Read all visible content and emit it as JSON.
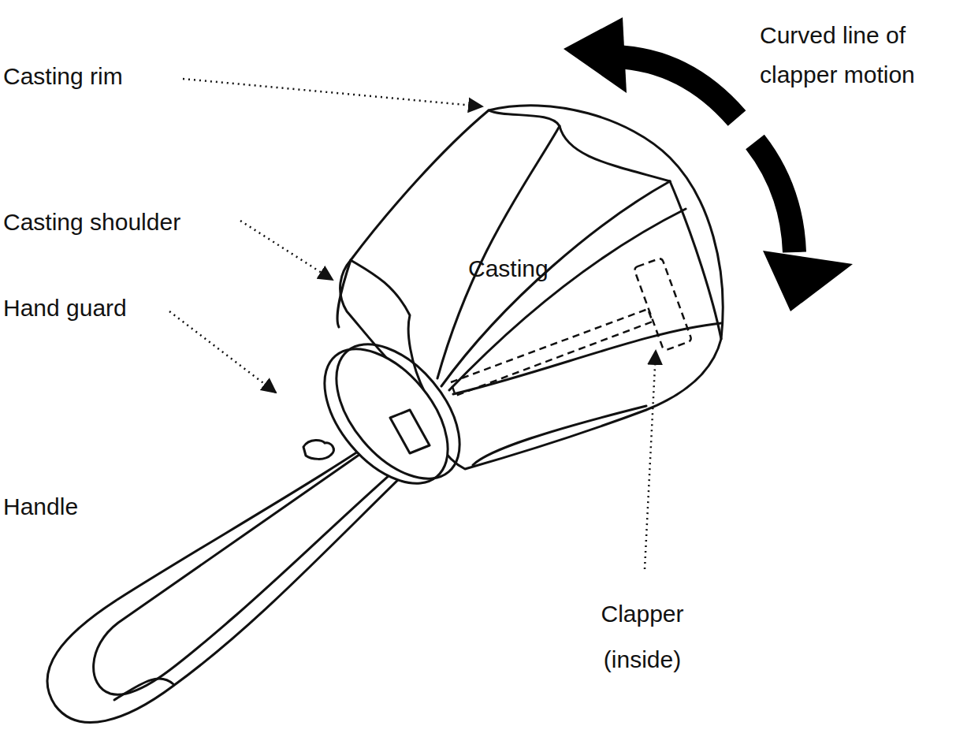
{
  "diagram": {
    "labels": [
      "Casting rim",
      "Casting shoulder",
      "Hand guard",
      "Handle",
      "Casting",
      "Clapper (inside)",
      "Curved line of clapper motion"
    ]
  }
}
